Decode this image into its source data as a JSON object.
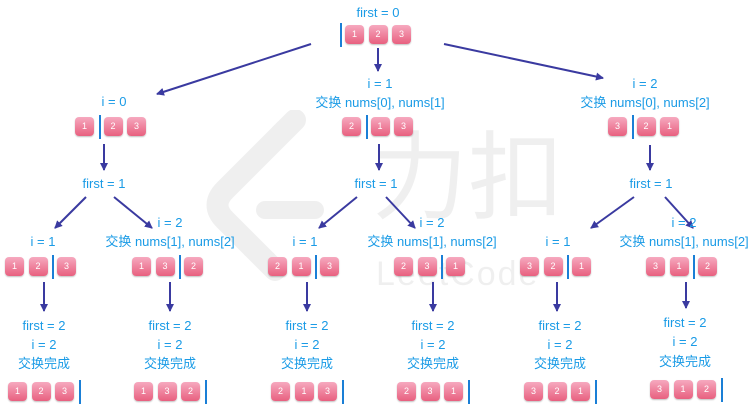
{
  "colors": {
    "text": "#1a9be6",
    "arrow": "#3a3aa0",
    "box_top": "#f6a9bf",
    "box_bottom": "#e8607f",
    "bar": "#1a7fd6"
  },
  "watermark": {
    "text_cn": "力扣",
    "text_en": "LeetCode"
  },
  "labels": [
    "first = 0",
    "i = 0",
    "i = 1",
    "交换 nums[0], nums[1]",
    "i = 2",
    "交换 nums[0], nums[2]",
    "first = 1",
    "first = 1",
    "first = 1",
    "i = 1",
    "i = 2",
    "交换 nums[1], nums[2]",
    "i = 1",
    "i = 2",
    "交换 nums[1], nums[2]",
    "i = 1",
    "i = 2",
    "交换 nums[1], nums[2]",
    "first = 2",
    "i = 2",
    "交换完成",
    "first = 2",
    "i = 2",
    "交换完成",
    "first = 2",
    "i = 2",
    "交换完成",
    "first = 2",
    "i = 2",
    "交换完成",
    "first = 2",
    "i = 2",
    "交换完成",
    "first = 2",
    "i = 2",
    "交换完成"
  ],
  "arrays": [
    {
      "nums": [
        "1",
        "2",
        "3"
      ],
      "bar_before": 0
    },
    {
      "nums": [
        "1",
        "2",
        "3"
      ],
      "bar_before": 1
    },
    {
      "nums": [
        "2",
        "1",
        "3"
      ],
      "bar_before": 1
    },
    {
      "nums": [
        "3",
        "2",
        "1"
      ],
      "bar_before": 1
    },
    {
      "nums": [
        "1",
        "2",
        "3"
      ],
      "bar_before": 2
    },
    {
      "nums": [
        "1",
        "3",
        "2"
      ],
      "bar_before": 2
    },
    {
      "nums": [
        "2",
        "1",
        "3"
      ],
      "bar_before": 2
    },
    {
      "nums": [
        "2",
        "3",
        "1"
      ],
      "bar_before": 2
    },
    {
      "nums": [
        "3",
        "2",
        "1"
      ],
      "bar_before": 2
    },
    {
      "nums": [
        "3",
        "1",
        "2"
      ],
      "bar_before": 2
    },
    {
      "nums": [
        "1",
        "2",
        "3"
      ],
      "bar_before": 3
    },
    {
      "nums": [
        "1",
        "3",
        "2"
      ],
      "bar_before": 3
    },
    {
      "nums": [
        "2",
        "1",
        "3"
      ],
      "bar_before": 3
    },
    {
      "nums": [
        "2",
        "3",
        "1"
      ],
      "bar_before": 3
    },
    {
      "nums": [
        "3",
        "2",
        "1"
      ],
      "bar_before": 3
    },
    {
      "nums": [
        "3",
        "1",
        "2"
      ],
      "bar_before": 3
    }
  ]
}
